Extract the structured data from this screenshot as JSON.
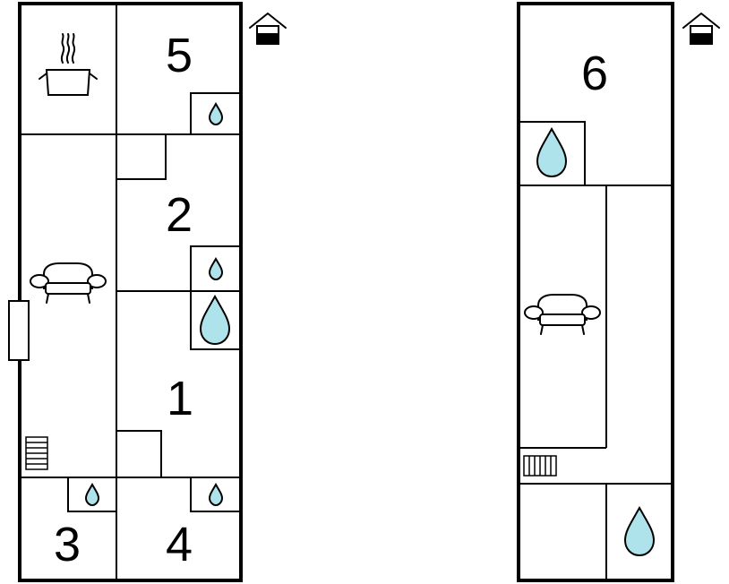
{
  "floor_left": {
    "rooms": [
      {
        "id": "5",
        "label": "5"
      },
      {
        "id": "2",
        "label": "2"
      },
      {
        "id": "1",
        "label": "1"
      },
      {
        "id": "3",
        "label": "3"
      },
      {
        "id": "4",
        "label": "4"
      }
    ],
    "icons": [
      "floor-level-icon",
      "kitchen-pot-icon",
      "sofa-icon",
      "radiator-icon",
      "water-drop-icon"
    ]
  },
  "floor_right": {
    "rooms": [
      {
        "id": "6",
        "label": "6"
      }
    ],
    "icons": [
      "floor-level-icon",
      "sofa-icon",
      "radiator-icon",
      "water-drop-icon"
    ]
  },
  "colors": {
    "water": "#aee3ec",
    "wall": "#000000",
    "background": "#ffffff"
  }
}
